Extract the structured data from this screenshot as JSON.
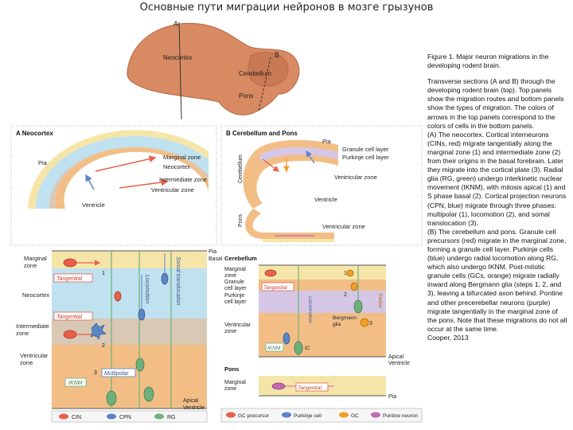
{
  "slide": {
    "title": "Основные пути миграции нейронов в мозге грызунов"
  },
  "brain": {
    "label_a": "A",
    "label_b": "B",
    "neocortex": "Neocortex",
    "cerebellum": "Cerebellum",
    "pons": "Pons"
  },
  "panel_a": {
    "heading": "A  Neocortex",
    "pia": "Pia",
    "marginal_zone": "Marginal zone",
    "neocortex": "Neocortex",
    "intermediate_zone": "Intermediate zone",
    "ventricular_zone": "Ventricular zone",
    "ventricle": "Ventricle",
    "bottom": {
      "marginal": [
        "Marginal",
        "zone"
      ],
      "neocortex": "Neocortex",
      "intermediate": [
        "Intermediate",
        "zone"
      ],
      "ventricular": [
        "Ventricular",
        "zone"
      ],
      "pia_basal": [
        "Pia",
        "Basal"
      ],
      "apical_ventricle": [
        "Apical",
        "Ventricle"
      ],
      "tangential1": "Tangential",
      "tangential2": "Tangential",
      "locomotion": "Locomotion",
      "somal": "Somal translocation",
      "multipolar": "Multipolar",
      "iknm": "IKNM",
      "num1": "1",
      "num2": "2",
      "num3": "3"
    },
    "legend": [
      "CIN",
      "CPN",
      "RG"
    ]
  },
  "panel_b": {
    "heading": "B  Cerebellum and Pons",
    "pia": "Pia",
    "granule_cell_layer": "Granule cell layer",
    "purkinje_cell_layer": "Purkinje cell layer",
    "ventricular_zone": "Ventricular zone",
    "ventricle": "Ventricle",
    "ventricular_zone2": "Ventricular zone",
    "cerebellum_side": "Cerebellum",
    "pons_side": "Pons",
    "bottom": {
      "cerebellum": "Cerebellum",
      "marginal": [
        "Marginal",
        "zone"
      ],
      "granule": [
        "Granule",
        "cell layer"
      ],
      "purkinje": [
        "Purkinje",
        "cell layer"
      ],
      "ventricular": [
        "Ventricular",
        "zone"
      ],
      "pons": "Pons",
      "marginal2": [
        "Marginal",
        "zone"
      ],
      "pia": "Pia",
      "apical_ventricle": [
        "Apical",
        "Ventricle"
      ],
      "tangential1": "Tangential",
      "tangential2": "Tangential",
      "locomotion": "Locomotion",
      "radial": "Radial",
      "bergmann": [
        "Bergmann",
        "glia"
      ],
      "iknm": "IKNM",
      "ic": "IC",
      "num1": "1",
      "num2": "2",
      "num3": "3"
    },
    "legend": [
      "GC precursor",
      "Purkinje cell",
      "GC",
      "Pontine neuron"
    ]
  },
  "caption": {
    "title": "Figure 1. Major neuron migrations in the developing rodent brain.",
    "paragraphs": [
      "Transverse sections (A and B) through the developing rodent brain (top). Top panels show the migration routes and bottom panels show the types of migration. The colors of arrows in the top panels correspond to the colors of cells in the bottom panels.",
      " (A) The neocortex. Cortical interneurons (CINs, red) migrate tangentially along the marginal zone (1) and intermediate zone (2) from their origins in the basal forebrain. Later they migrate into the cortical plate (3). Radial glia (RG, green) undergo interkinetic nuclear movement (IKNM), with mitosis apical (1) and S phase basal (2). Cortical projection neurons (CPN, blue) migrate through three phases: multipolar (1), locomotion (2), and somal translocation (3).",
      "(B) The cerebellum and pons. Granule cell precursors (red) migrate in the marginal zone, forming a granule cell layer. Purkinje cells (blue) undergo radial locomotion along RG, which also undergo IKNM. Post-mitotic granule cells (GCs, orange) migrate radially inward along Bergmann glia (steps 1, 2, and 3), leaving a bifurcated axon behind. Pontine and other precerebellar neurons (purple) migrate tangentially in the marginal zone of the pons. Note that these migrations do not all occur at the same time.",
      "Cooper, 2013"
    ]
  },
  "colors": {
    "brain": "#d88a63",
    "cin": "#e8604a",
    "cpn": "#5a86c6",
    "rg": "#6fb07a",
    "gc": "#f0a028",
    "pontine": "#c06ab0",
    "marginal_band": "#f6e5a8",
    "neocortex_band": "#bfe1f0",
    "intermediate_band": "#d9c8b4",
    "ventricular_band": "#f2be86",
    "purkinje_band": "#d6c6e6"
  }
}
